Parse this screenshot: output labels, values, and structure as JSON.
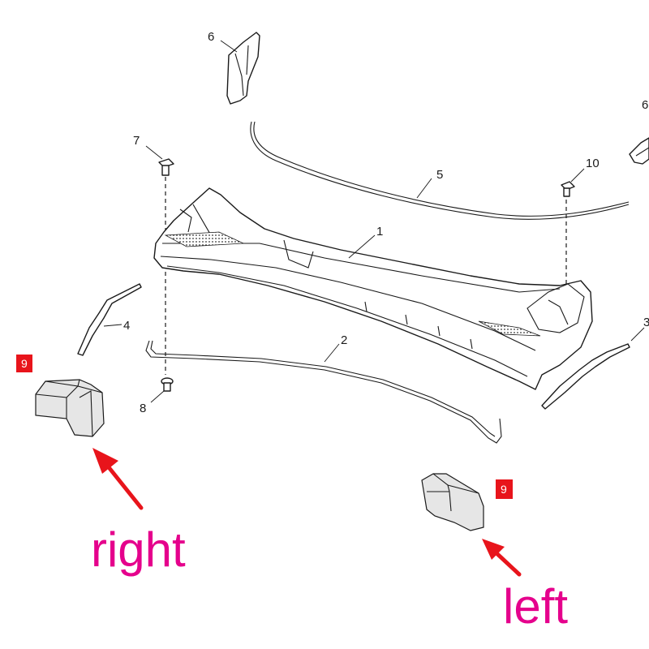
{
  "colors": {
    "badge": "#e8141b",
    "side_label": "#e5008c",
    "arrow": "#e8141b",
    "line": "#1a1a1a"
  },
  "callouts": {
    "c1": "1",
    "c2": "2",
    "c3": "3",
    "c4": "4",
    "c5": "5",
    "c6_top": "6",
    "c6_right": "6",
    "c7": "7",
    "c8": "8",
    "c10": "10"
  },
  "badges": {
    "right_part": "9",
    "left_part": "9"
  },
  "side_labels": {
    "right": "right",
    "left": "left"
  }
}
